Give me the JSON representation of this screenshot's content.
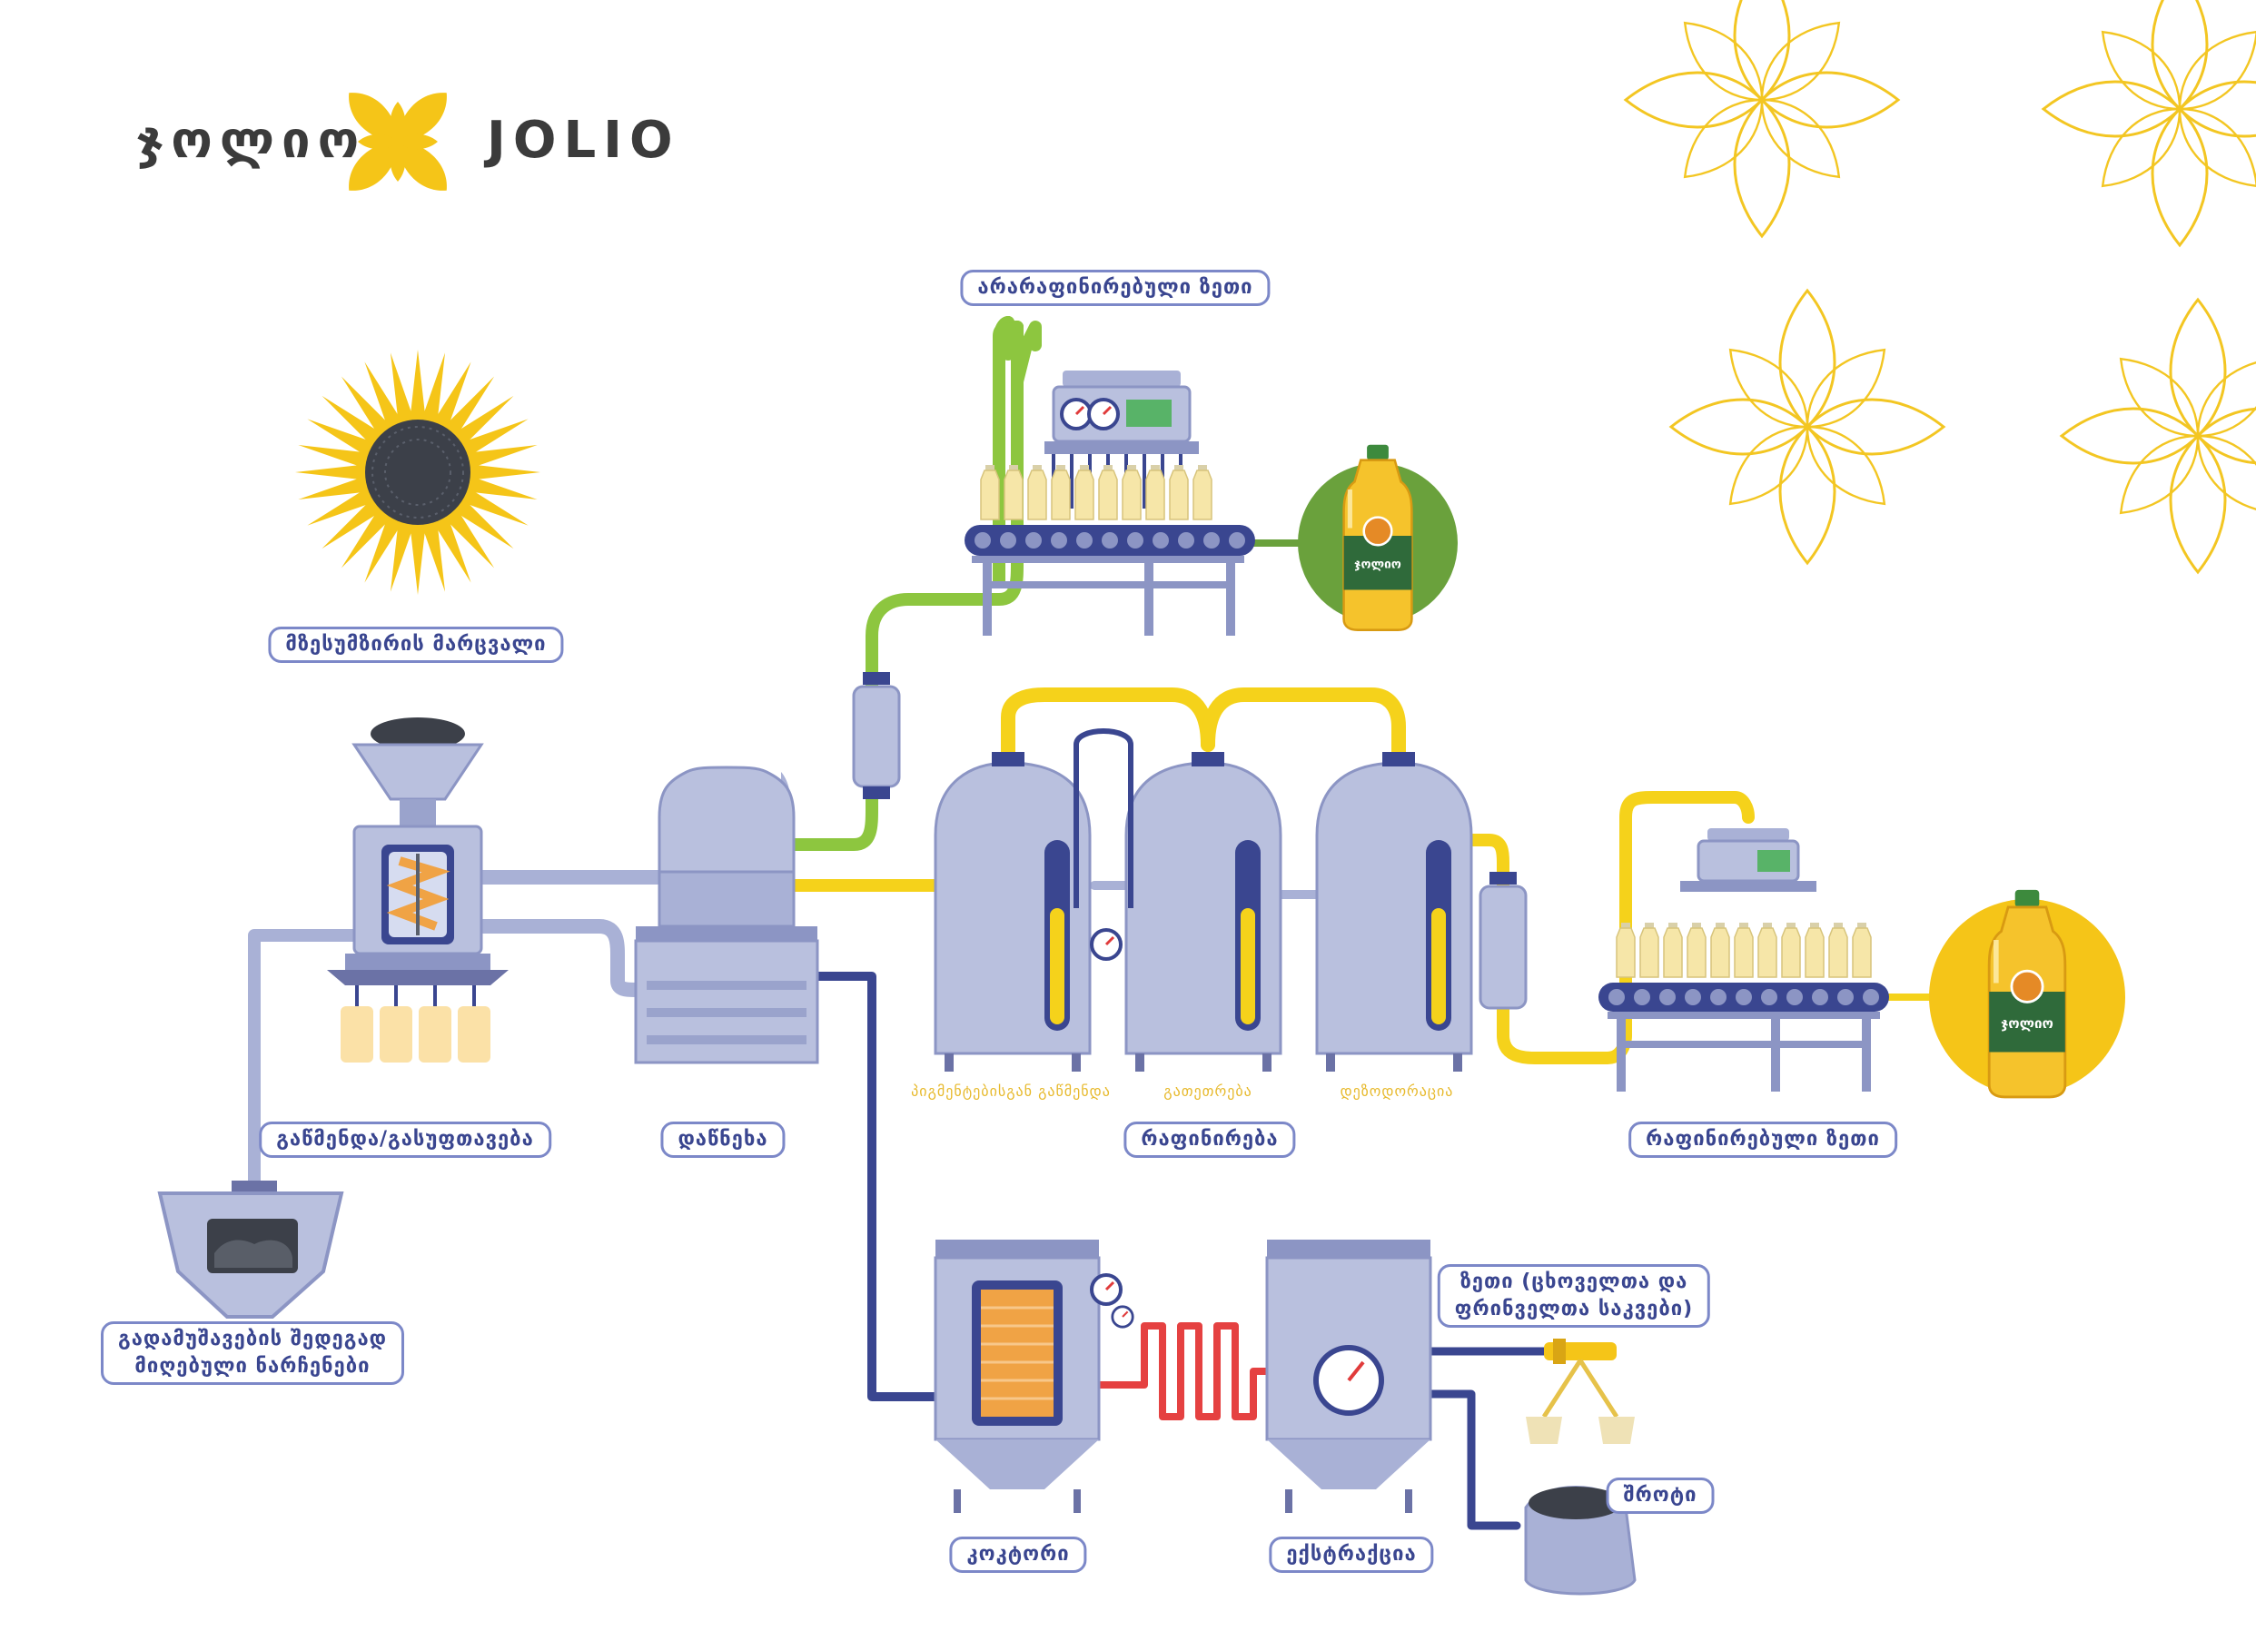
{
  "brand": {
    "name_georgian": "ჯოლიო",
    "name_latin": "JOLIO",
    "colors": {
      "yellow": "#f5c518",
      "green": "#6aa13c",
      "navy": "#3a4690",
      "steel": "#a9b1d6"
    }
  },
  "labels": {
    "sunflower_seed": "მზესუმზირის მარცვალი",
    "crushing": "გაწმენდა/გასუფთავება",
    "pressing": "დაწნეხა",
    "byproducts_line1": "გადამუშავების შედეგად",
    "byproducts_line2": "მიღებული ნარჩენები",
    "unrefined_oil": "არარაფინირებული ზეთი",
    "refining": "რაფინირება",
    "refined_oil": "რაფინირებული ზეთი",
    "expeller": "კოკტორი",
    "extraction": "ექსტრაქცია",
    "feed_line1": "ზეთი (ცხოველთა და",
    "feed_line2": "ფრინველთა საკვები)",
    "meal": "შროტი"
  },
  "tank_captions": {
    "tank1": "პიგმენტებისგან გაწმენდა",
    "tank2": "გათეთრება",
    "tank3": "დეზოდორაცია"
  },
  "icons": {
    "logo": "flower-logo-icon",
    "sunflower": "sunflower-icon",
    "bottle": "oil-bottle-icon",
    "gauge": "pressure-gauge-icon",
    "sack": "sack-icon"
  }
}
